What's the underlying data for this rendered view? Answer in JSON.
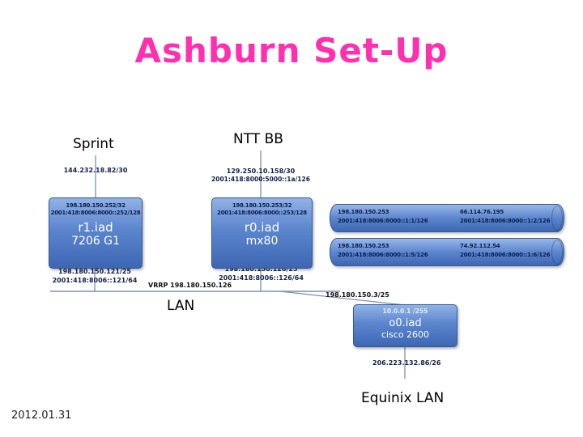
{
  "title": "Ashburn Set-Up",
  "date": "2012.01.31",
  "colors": {
    "title_pink": "#ff2fb0",
    "box_blue_top": "#92b2e6",
    "box_blue_bottom": "#3d67b3",
    "wire_gray_blue": "#7d8fb3",
    "box_ip_navy": "#0b1e4e"
  },
  "uplinks": {
    "sprint": {
      "label": "Sprint",
      "ip": "144.232.18.82/30"
    },
    "nttbb": {
      "label": "NTT BB",
      "ip1": "129.250.10.158/30",
      "ip2": "2001:418:8000:5000::1a/126"
    }
  },
  "routers": {
    "r1": {
      "ip1": "198.180.150.252/32",
      "ip2": "2001:418:8006:8000::252/128",
      "name": "r1.iad",
      "model": "7206 G1",
      "lan_ip1": "198.180.150.121/25",
      "lan_ip2": "2001:418:8006::121/64"
    },
    "r0": {
      "ip1": "198.180.150.253/32",
      "ip2": "2001:418:8006:8000::253/128",
      "name": "r0.iad",
      "model": "mx80",
      "lan_ip1": "198.180.150.120/25",
      "lan_ip2": "2001:418:8006::126/64"
    }
  },
  "pipes": [
    {
      "left1": "198.180.150.253",
      "left2": "2001:418:8006:8000::1:1/126",
      "right1": "66.114.76.195",
      "right2": "2001:418:8006:8000::1:2/126"
    },
    {
      "left1": "198.180.150.253",
      "left2": "2001:418:8006:8000::1:5/126",
      "right1": "74.92.112.54",
      "right2": "2001:418:8006:8000::1:6/126"
    }
  ],
  "lan": {
    "label": "LAN",
    "vrrp": "VRRP 198.180.150.126",
    "branch_ip": "198.180.150.3/25"
  },
  "o0": {
    "ip_top": "10.0.0.1 /255",
    "name": "o0.iad",
    "model": "cisco 2600",
    "below_ip": "206.223.132.86/26"
  },
  "equinix": {
    "label": "Equinix LAN"
  }
}
